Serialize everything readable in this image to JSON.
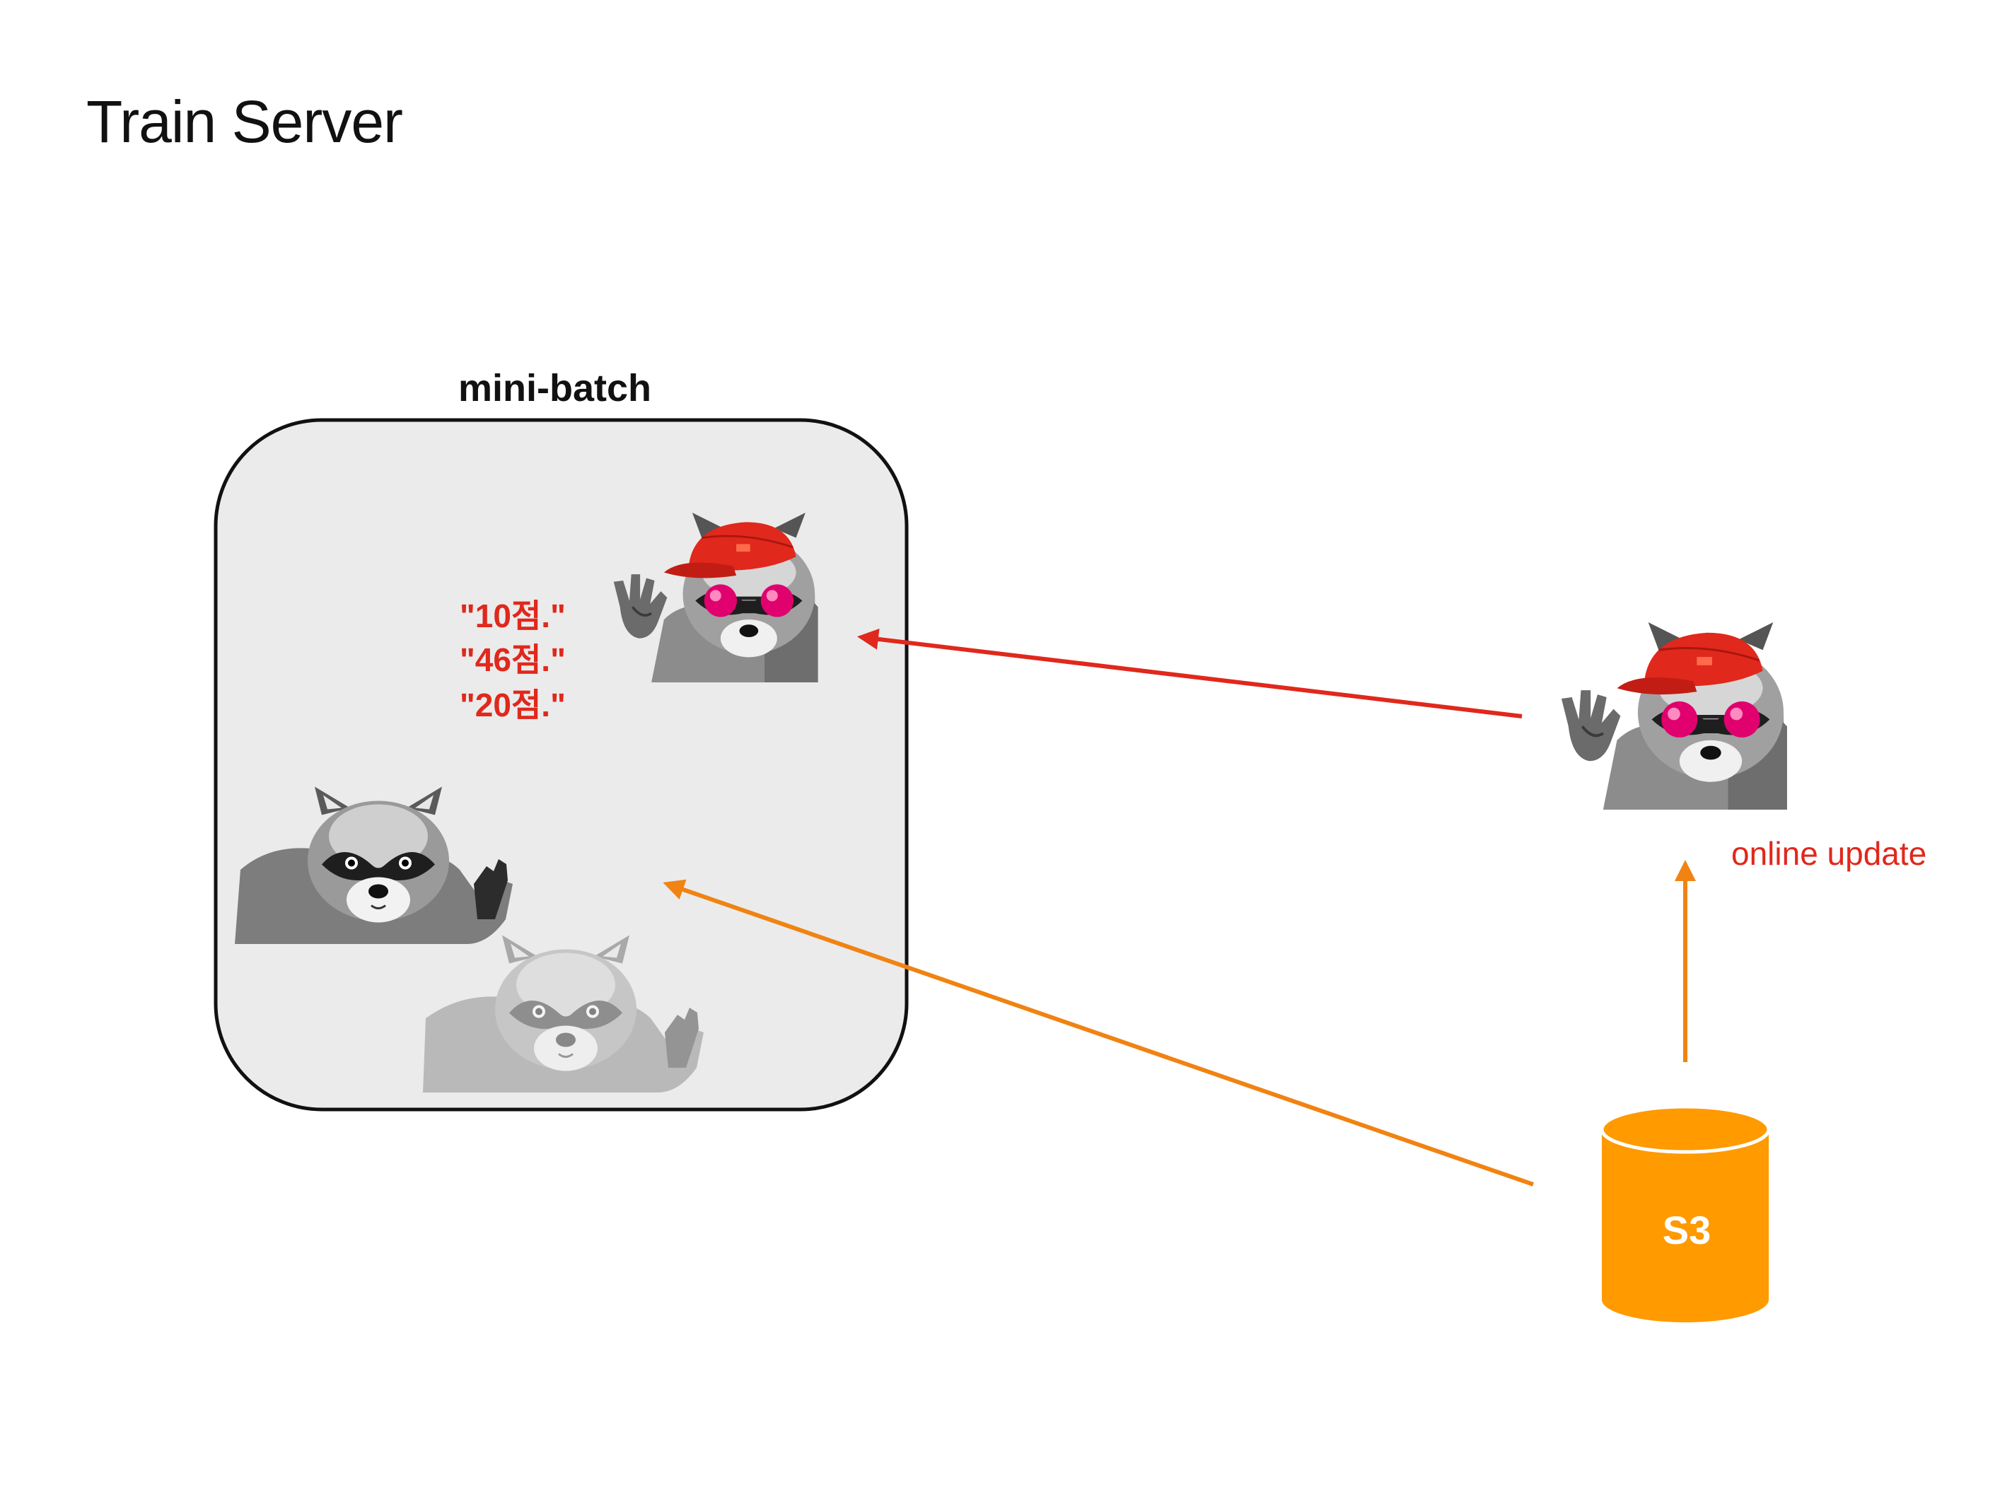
{
  "title": "Train Server",
  "batch": {
    "title": "mini-batch",
    "scores": [
      "\"10점.\"",
      "\"46점.\"",
      "\"20점.\""
    ]
  },
  "model": {
    "update_label": "online update"
  },
  "storage": {
    "label": "S3"
  },
  "colors": {
    "batch_fill": "#ebebeb",
    "batch_border": "#111111",
    "red_arrow": "#e0281c",
    "orange_arrow": "#f08312",
    "s3_fill": "#ff9a00",
    "hat_red": "#e0281c",
    "raccoon_grey": "#8a8a8a"
  },
  "icons": {
    "model_raccoon": "raccoon-with-red-cap-and-sunglasses-icon",
    "data_raccoon": "raccoon-icon",
    "storage": "database-cylinder-icon"
  }
}
